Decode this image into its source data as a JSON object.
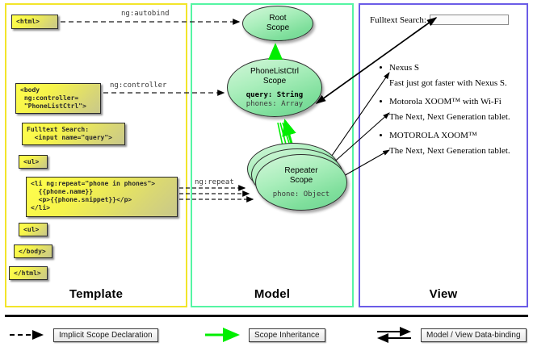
{
  "panels": {
    "template": {
      "label": "Template",
      "border_color": "#f2e52a",
      "code_boxes": [
        {
          "name": "html-open",
          "text": "<html>"
        },
        {
          "name": "body-open",
          "text": "<body\n ng:controller=\n \"PhoneListCtrl\">"
        },
        {
          "name": "search-input-markup",
          "text": "Fulltext Search:\n  <input name=\"query\">"
        },
        {
          "name": "ul-open",
          "text": "<ul>"
        },
        {
          "name": "li-repeat",
          "text": "<li ng:repeat=\"phone in phones\">\n  {{phone.name}}\n  <p>{{phone.snippet}}</p>\n</li>"
        },
        {
          "name": "ul-close",
          "text": "<ul>"
        },
        {
          "name": "body-close",
          "text": "</body>"
        },
        {
          "name": "html-close",
          "text": "</html>"
        }
      ]
    },
    "model": {
      "label": "Model",
      "border_color": "#55f5a3",
      "scopes": [
        {
          "name": "root-scope",
          "title": "Root\nScope",
          "props": []
        },
        {
          "name": "phonelistctrl-scope",
          "title": "PhoneListCtrl\nScope",
          "props": [
            {
              "text": "query: String",
              "bold": true
            },
            {
              "text": "phones: Array",
              "bold": false
            }
          ]
        },
        {
          "name": "repeater-scope",
          "title": "Repeater\nScope",
          "props": [
            {
              "text": "phone: Object",
              "bold": false
            }
          ]
        }
      ]
    },
    "view": {
      "label": "View",
      "border_color": "#6b5ce7",
      "search_label": "Fulltext Search:",
      "search_value": "",
      "search_placeholder": "",
      "items": [
        {
          "name": "Nexus S",
          "snippet": "Fast just got faster with Nexus S."
        },
        {
          "name": "Motorola XOOM™  with Wi-Fi",
          "snippet": "The Next, Next Generation tablet."
        },
        {
          "name": "MOTOROLA XOOM™",
          "snippet": "The Next, Next Generation tablet."
        }
      ]
    }
  },
  "edge_labels": {
    "autobind": "ng:autobind",
    "controller": "ng:controller",
    "repeat": "ng:repeat"
  },
  "legend": {
    "items": [
      {
        "name": "implicit-scope-declaration",
        "label": "Implicit Scope Declaration",
        "glyph": "dashed-arrow",
        "color": "#000000"
      },
      {
        "name": "scope-inheritance",
        "label": "Scope Inheritance",
        "glyph": "green-arrow",
        "color": "#00ee00"
      },
      {
        "name": "model-view-data-binding",
        "label": "Model / View Data-binding",
        "glyph": "double-arrow",
        "color": "#000000"
      }
    ]
  },
  "colors": {
    "template_border": "#f2e52a",
    "model_border": "#55f5a3",
    "view_border": "#6b5ce7",
    "code_fill": "#ffff4d",
    "scope_fill": "#8ee6a6",
    "inheritance_arrow": "#00ee00"
  }
}
